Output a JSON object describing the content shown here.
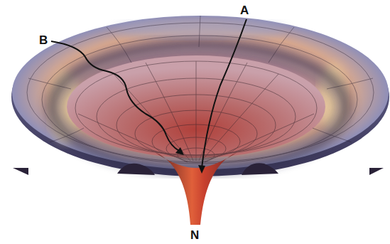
{
  "diagram": {
    "labels": [
      "A",
      "B",
      "N"
    ]
  }
}
